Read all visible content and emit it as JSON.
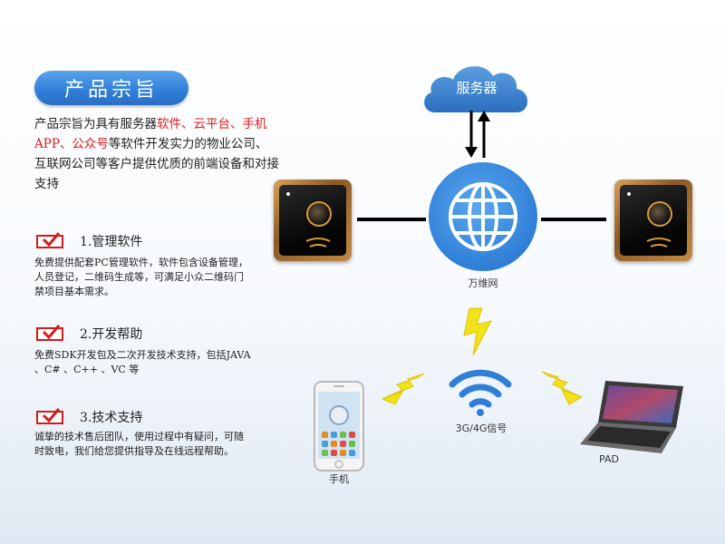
{
  "header": {
    "title": "产品宗旨"
  },
  "intro": {
    "prefix": "产品宗旨为具有服务器",
    "hl1": "软件、云平台、手机APP、公众号",
    "suffix": "等软件开发实力的物业公司、互联网公司等客户提供优质的前端设备和对接支持"
  },
  "sections": [
    {
      "title": "1.管理软件",
      "body": "免费提供配套PC管理软件，软件包含设备管理，人员登记，二维码生成等，可满足小众二维码门禁项目基本需求。"
    },
    {
      "title": "2.开发帮助",
      "body": "免费SDK开发包及二次开发技术支持，包括JAVA 、C# 、C++ 、VC 等"
    },
    {
      "title": "3.技术支持",
      "body": "诚挚的技术售后团队，使用过程中有疑问，可随时致电，我们给您提供指导及在线远程帮助。"
    }
  ],
  "diagram": {
    "server": "服务器",
    "internet": "万维网",
    "signal": "3G/4G信号",
    "phone": "手机",
    "pad": "PAD"
  },
  "colors": {
    "accent": "#2f7ed8",
    "highlight": "#e31818",
    "bolt": "#f2e21a"
  }
}
